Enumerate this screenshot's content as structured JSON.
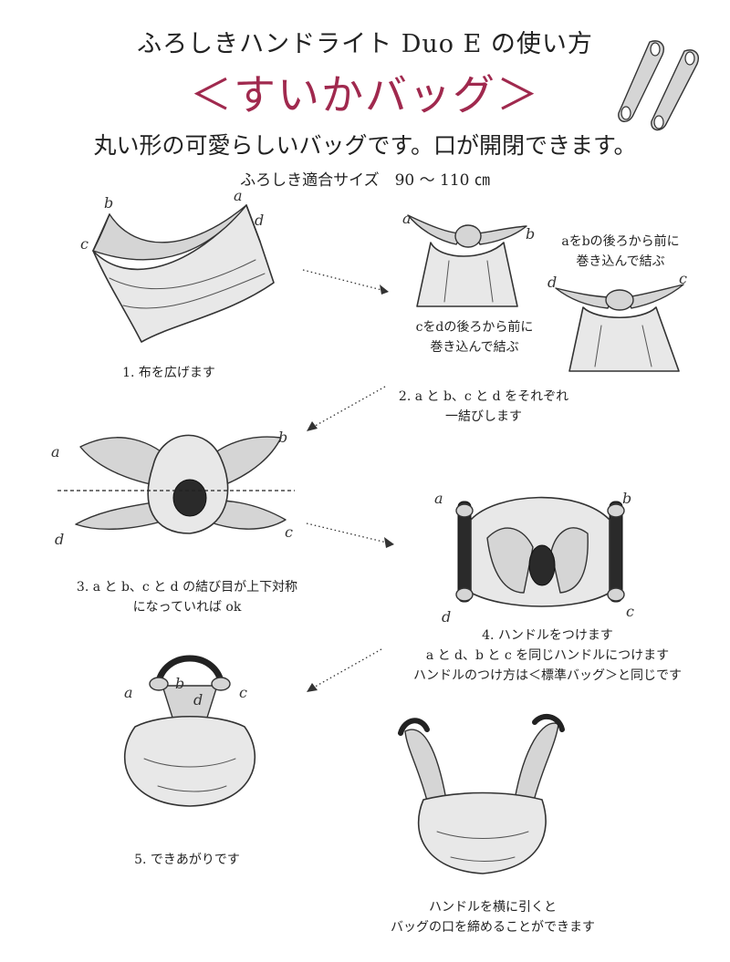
{
  "header": {
    "title": "ふろしきハンドライト Duo E の使い方",
    "subtitle": "＜すいかバッグ＞",
    "description": "丸い形の可愛らしいバッグです。口が開閉できます。",
    "size": "ふろしき適合サイズ　90 〜 110 ㎝"
  },
  "corner_labels": {
    "a": "a",
    "b": "b",
    "c": "c",
    "d": "d"
  },
  "steps": {
    "step1": {
      "caption": "1. 布を広げます"
    },
    "step2": {
      "note_ab_line1": "aをbの後ろから前に",
      "note_ab_line2": "巻き込んで結ぶ",
      "note_cd_line1": "cをdの後ろから前に",
      "note_cd_line2": "巻き込んで結ぶ",
      "caption_line1": "2. a と b、c と d をそれぞれ",
      "caption_line2": "一結びします"
    },
    "step3": {
      "caption_line1": "3. a と b、c と d の結び目が上下対称",
      "caption_line2": "になっていれば ok"
    },
    "step4": {
      "caption_line1": "4. ハンドルをつけます",
      "caption_line2": "a と d、b と c を同じハンドルにつけます",
      "caption_line3": "ハンドルのつけ方は＜標準バッグ＞と同じです"
    },
    "step5": {
      "caption": "5. できあがりです"
    },
    "step6": {
      "caption_line1": "ハンドルを横に引くと",
      "caption_line2": "バッグの口を締めることができます"
    }
  },
  "colors": {
    "accent": "#a0294e",
    "ink": "#333333"
  }
}
